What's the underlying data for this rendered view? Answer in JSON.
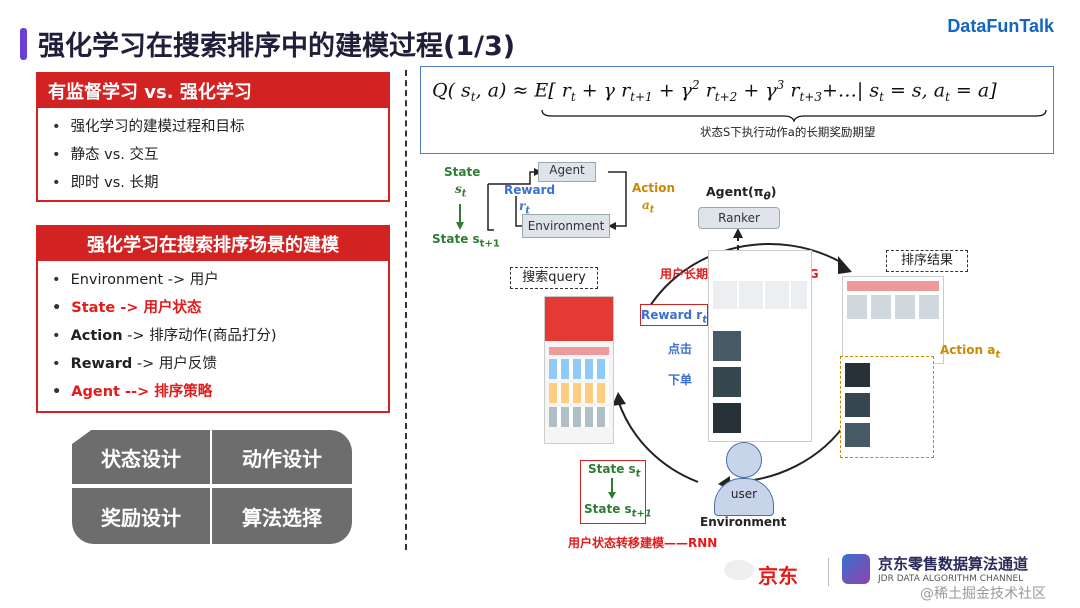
{
  "title": "强化学习在搜索排序中的建模过程(1/3)",
  "brand": "DataFunTalk",
  "panel1": {
    "header": "有监督学习 vs. 强化学习",
    "items": [
      "强化学习的建模过程和目标",
      "静态 vs. 交互",
      "即时 vs. 长期"
    ]
  },
  "panel2": {
    "header": "强化学习在搜索排序场景的建模",
    "items": [
      {
        "key": "Environment",
        "arrow": " -> ",
        "value": "用户"
      },
      {
        "key": "State",
        "arrow": " ->  ",
        "value": "用户状态"
      },
      {
        "key": "Action",
        "arrow": " -> ",
        "value": "排序动作(商品打分)"
      },
      {
        "key": "Reward",
        "arrow": " -> ",
        "value": "用户反馈"
      },
      {
        "key": "Agent",
        "arrow": " --> ",
        "value": "排序策略"
      }
    ]
  },
  "tiles": [
    "状态设计",
    "动作设计",
    "奖励设计",
    "算法选择"
  ],
  "formula": {
    "caption": "状态S下执行动作a的长期奖励期望"
  },
  "loop": {
    "agent": "Agent",
    "environment": "Environment",
    "state": "State",
    "state_sym": "s",
    "state_next": "State s",
    "reward": "Reward",
    "action": "Action"
  },
  "diagram": {
    "agent_label": "Agent(π",
    "ranker": "Ranker",
    "ddpg": "用户长期价值建模——DDPG",
    "query": "搜索query",
    "rank_result": "排序结果",
    "reward_rt": "Reward r",
    "click": "点击",
    "order": "下单",
    "action_at": "Action a",
    "state_st": "State s",
    "state_st1": "State s",
    "user": "user",
    "environment": "Environment",
    "rnn": "用户状态转移建模——RNN"
  },
  "footer": {
    "jd": "京东",
    "channel": "京东零售数据算法通道",
    "channel_sub": "JDR DATA ALGORITHM CHANNEL",
    "watermark": "@稀土掘金技术社区"
  },
  "colors": {
    "accent_red": "#d32222",
    "title_purple": "#6b3fd6",
    "tile_gray": "#6d6d6d",
    "brand_blue": "#1565c0"
  }
}
